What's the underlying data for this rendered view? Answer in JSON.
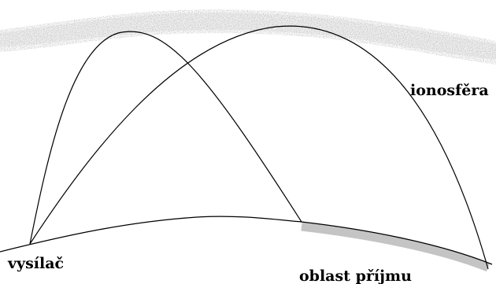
{
  "labels": {
    "ionosphere": "ionosfěra",
    "transmitter": "vysílač",
    "reception_area": "oblast příjmu"
  },
  "colors": {
    "ionosphere": "#9a9a9a",
    "ground_line": "#000000",
    "ray": "#000000",
    "reception_band": "#c4c4c4",
    "background": "#ffffff"
  }
}
